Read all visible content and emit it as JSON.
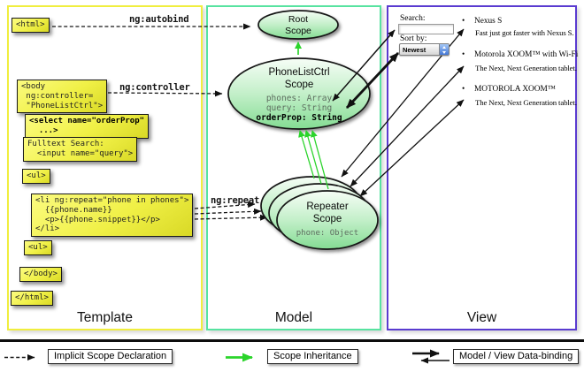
{
  "colors": {
    "template_border": "#f0ee3e",
    "model_border": "#57e3a0",
    "view_border": "#5a3bd0",
    "inheritance_green": "#2bd42b",
    "box_yellow": "#f0f046",
    "scope_green": "#84dc93"
  },
  "columns": {
    "template": {
      "label": "Template"
    },
    "model": {
      "label": "Model"
    },
    "view": {
      "label": "View"
    }
  },
  "template_code": {
    "html_open": "<html>",
    "body_open": "<body\n ng:controller=\n \"PhoneListCtrl\">",
    "select_orderprop": "<select name=\"orderProp\"\n  ...>",
    "fulltext_search": "Fulltext Search:\n  <input name=\"query\">",
    "ul_open": "<ul>",
    "li_repeat": "<li ng:repeat=\"phone in phones\">\n  {{phone.name}}\n  <p>{{phone.snippet}}</p>\n</li>",
    "ul_second": "<ul>",
    "body_close": "</body>",
    "html_close": "</html>"
  },
  "edge_labels": {
    "autobind": "ng:autobind",
    "controller": "ng:controller",
    "repeat": "ng:repeat"
  },
  "scopes": {
    "root": {
      "title": "Root\nScope"
    },
    "phonelistctrl": {
      "title": "PhoneListCtrl\nScope",
      "prop_phones": "phones: Array",
      "prop_query": "query: String",
      "prop_orderprop": "orderProp: String"
    },
    "repeater": {
      "title": "Repeater\nScope",
      "prop_phone": "phone: Object"
    }
  },
  "view_panel": {
    "search_label": "Search:",
    "search_value": "",
    "sort_label": "Sort by:",
    "sort_value": "Newest",
    "bullet_icon": "•",
    "items": [
      {
        "name": "Nexus S",
        "desc": "Fast just got faster with Nexus S."
      },
      {
        "name": "Motorola XOOM™ with Wi-Fi",
        "desc": "The Next, Next Generation tablet."
      },
      {
        "name": "MOTOROLA XOOM™",
        "desc": "The Next, Next Generation tablet."
      }
    ]
  },
  "legend": {
    "implicit": "Implicit Scope Declaration",
    "inheritance": "Scope Inheritance",
    "binding": "Model / View Data-binding"
  }
}
